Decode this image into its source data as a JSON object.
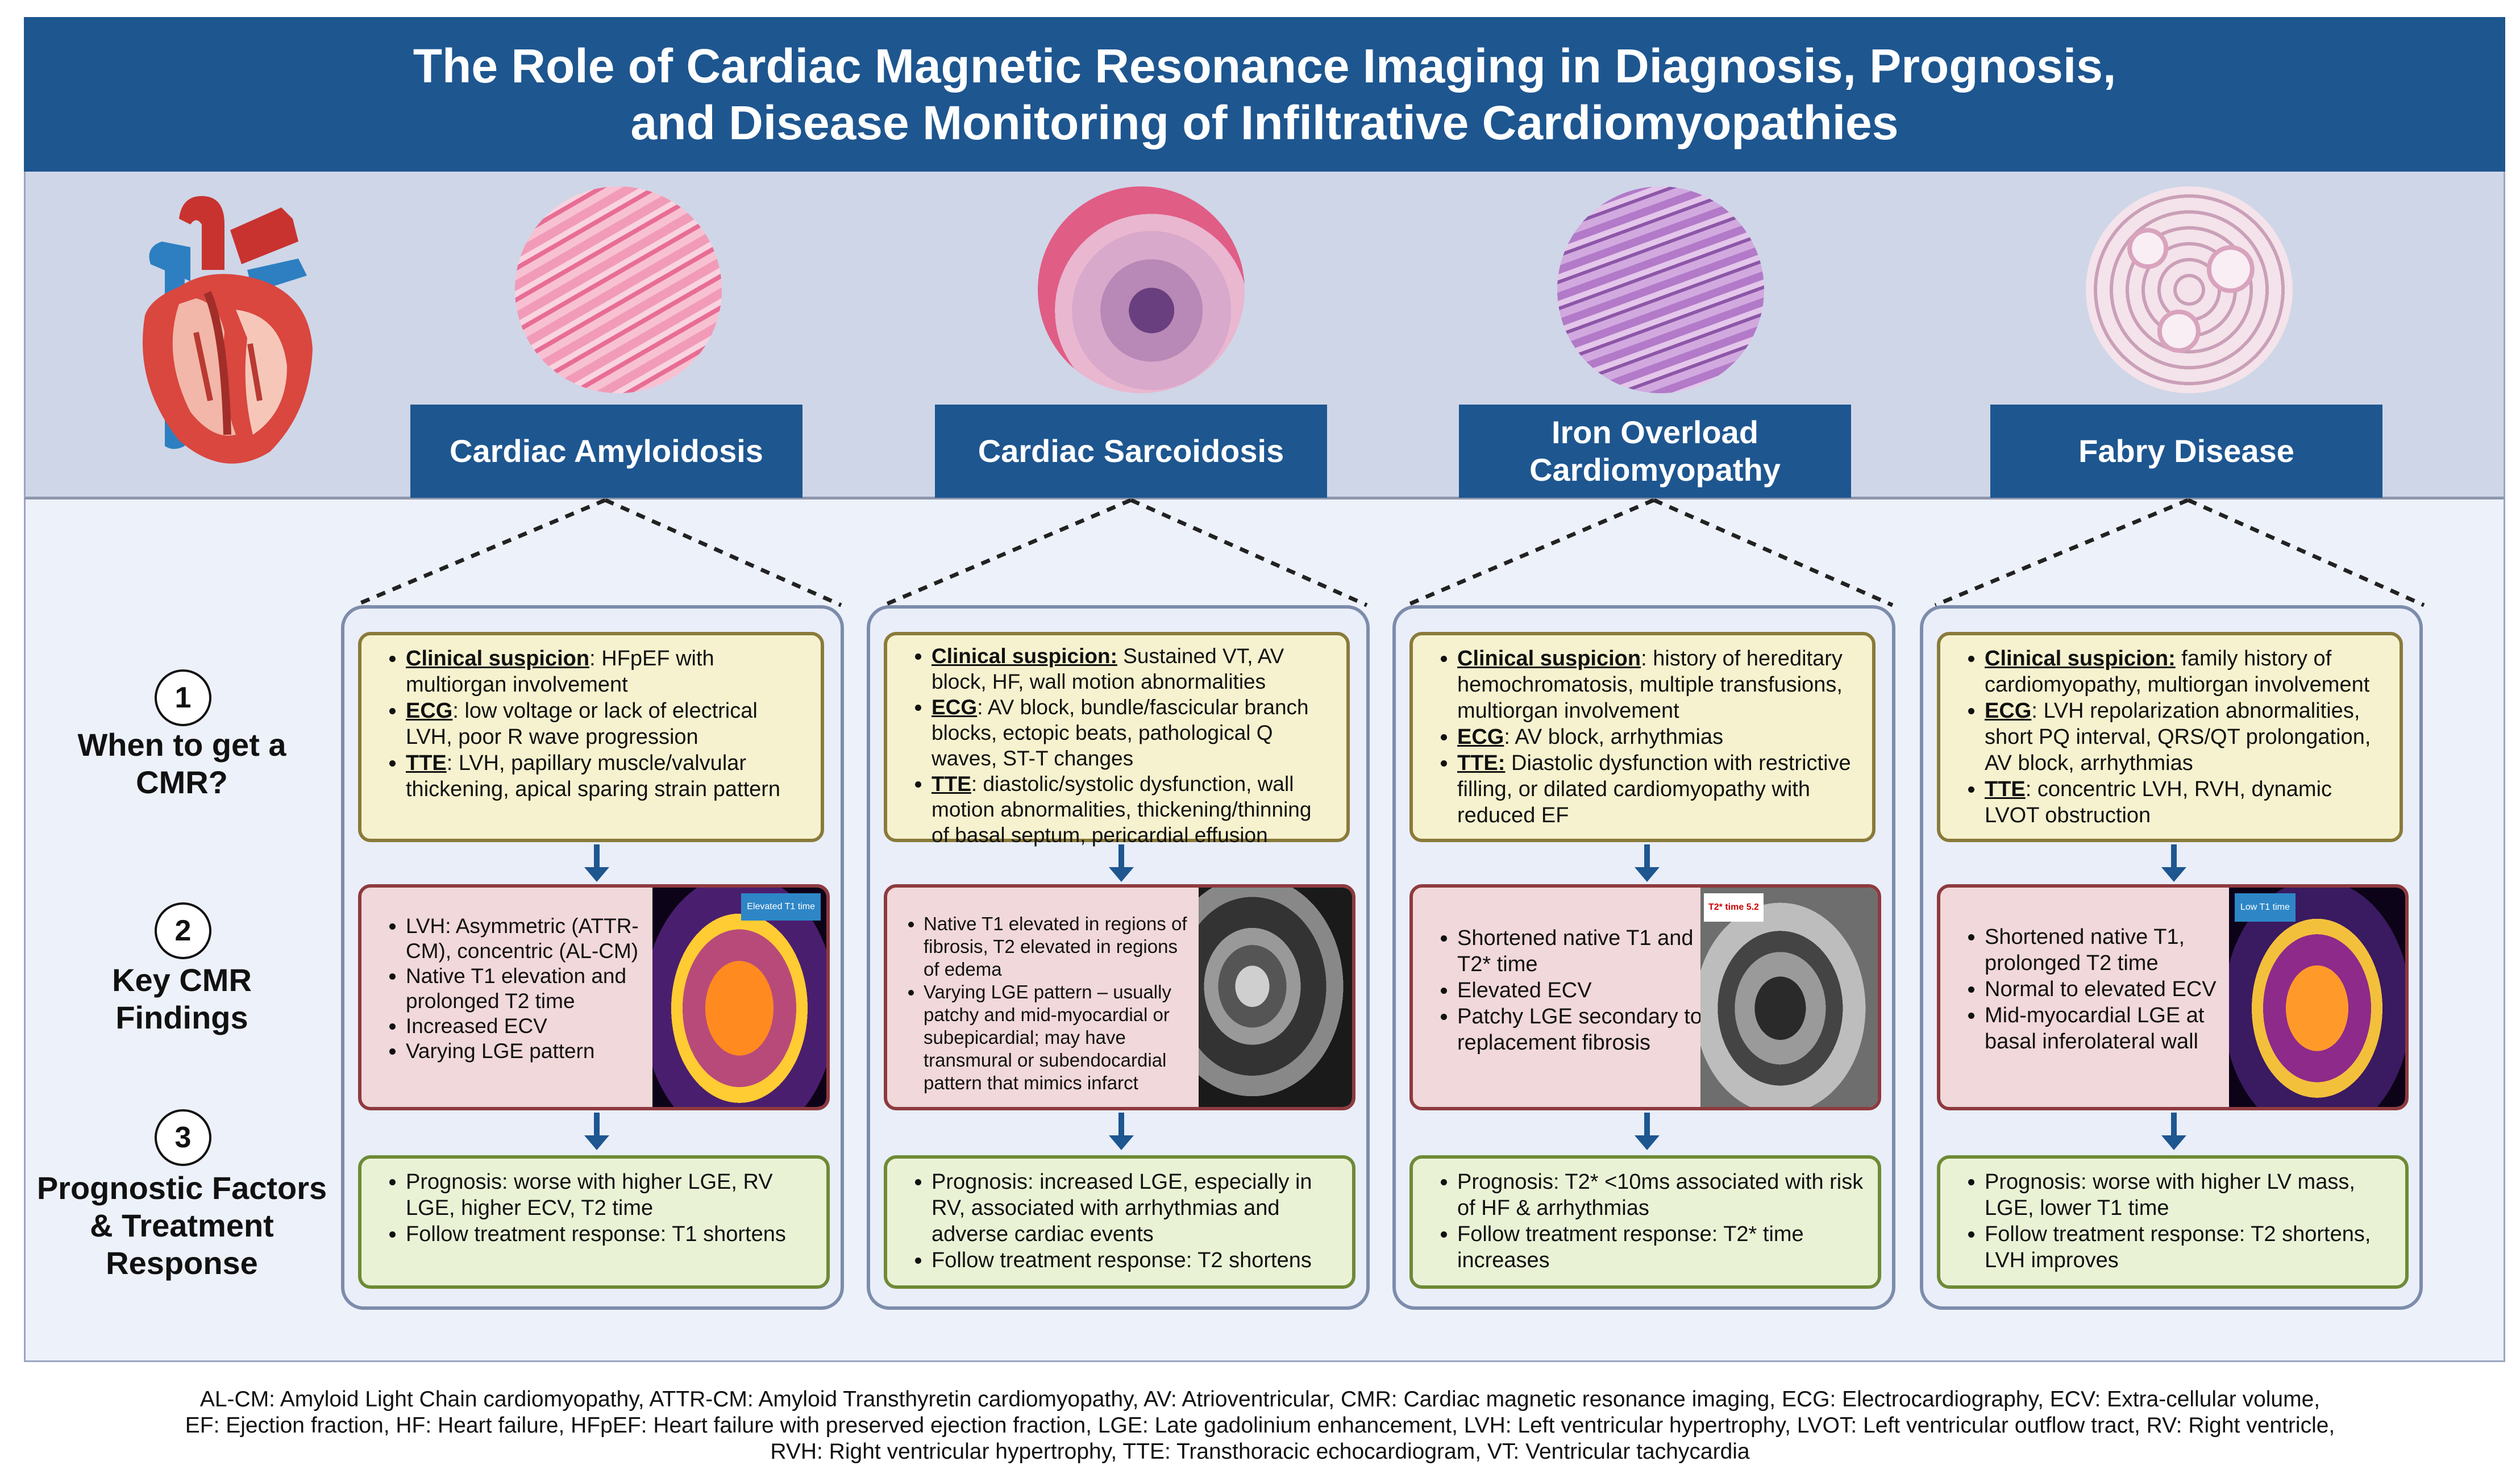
{
  "title": {
    "line1": "The Role of Cardiac Magnetic Resonance Imaging in Diagnosis, Prognosis,",
    "line2": "and Disease Monitoring of Infiltrative Cardiomyopathies"
  },
  "diseases": [
    {
      "label_line1": "Cardiac Amyloidosis",
      "label_line2": ""
    },
    {
      "label_line1": "Cardiac Sarcoidosis",
      "label_line2": ""
    },
    {
      "label_line1": "Iron Overload",
      "label_line2": "Cardiomyopathy"
    },
    {
      "label_line1": "Fabry Disease",
      "label_line2": ""
    }
  ],
  "steps": [
    {
      "number": "1",
      "label_line1": "When to get a",
      "label_line2": "CMR?",
      "label_line3": ""
    },
    {
      "number": "2",
      "label_line1": "Key CMR",
      "label_line2": "Findings",
      "label_line3": ""
    },
    {
      "number": "3",
      "label_line1": "Prognostic Factors",
      "label_line2": "& Treatment",
      "label_line3": "Response"
    }
  ],
  "amyloidosis": {
    "when": [
      {
        "key": "Clinical suspicion",
        "text": ": HFpEF with multiorgan involvement"
      },
      {
        "key": "ECG",
        "text": ": low voltage or lack of electrical LVH, poor R wave progression"
      },
      {
        "key": "TTE",
        "text": ": LVH, papillary muscle/valvular thickening, apical sparing strain pattern"
      }
    ],
    "findings": [
      "LVH: Asymmetric (ATTR-CM), concentric (AL-CM)",
      "Native T1 elevation and prolonged T2 time",
      "Increased ECV",
      "Varying LGE pattern"
    ],
    "image_tag": "Elevated T1 time",
    "prognosis": [
      "Prognosis: worse with higher LGE, RV LGE, higher ECV, T2 time",
      "Follow treatment response: T1 shortens"
    ]
  },
  "sarcoidosis": {
    "when": [
      {
        "key": "Clinical suspicion:",
        "text": " Sustained VT, AV block, HF, wall motion abnormalities"
      },
      {
        "key": "ECG",
        "text": ": AV block, bundle/fascicular branch blocks, ectopic beats, pathological Q waves, ST-T changes"
      },
      {
        "key": "TTE",
        "text": ": diastolic/systolic dysfunction, wall motion abnormalities, thickening/thinning of basal septum, pericardial effusion"
      }
    ],
    "findings": [
      "Native T1 elevated in regions of fibrosis, T2 elevated in regions of edema",
      "Varying LGE pattern – usually patchy and mid-myocardial or subepicardial; may have transmural or subendocardial pattern that mimics infarct"
    ],
    "prognosis": [
      "Prognosis: increased LGE, especially in RV, associated with arrhythmias and adverse cardiac events",
      "Follow treatment response: T2 shortens"
    ]
  },
  "iron": {
    "when": [
      {
        "key": "Clinical suspicion",
        "text": ": history of hereditary hemochromatosis, multiple transfusions, multiorgan involvement"
      },
      {
        "key": "ECG",
        "text": ": AV block, arrhythmias"
      },
      {
        "key": "TTE:",
        "text": " Diastolic dysfunction with restrictive filling, or dilated cardiomyopathy with reduced EF"
      }
    ],
    "findings": [
      "Shortened native T1 and T2* time",
      "Elevated ECV",
      "Patchy LGE secondary to replacement fibrosis"
    ],
    "image_tag": "T2* time 5.2",
    "prognosis": [
      "Prognosis: T2* <10ms associated with risk of HF & arrhythmias",
      "Follow treatment response: T2* time increases"
    ]
  },
  "fabry": {
    "when": [
      {
        "key": "Clinical suspicion:",
        "text": " family history of cardiomyopathy, multiorgan involvement"
      },
      {
        "key": "ECG",
        "text": ": LVH repolarization abnormalities, short PQ interval, QRS/QT prolongation, AV block, arrhythmias"
      },
      {
        "key": "TTE",
        "text": ": concentric LVH, RVH, dynamic LVOT obstruction"
      }
    ],
    "findings": [
      "Shortened native T1, prolonged T2 time",
      "Normal to elevated ECV",
      "Mid-myocardial LGE at basal inferolateral wall"
    ],
    "image_tag": "Low T1 time",
    "prognosis": [
      "Prognosis: worse with higher LV mass, LGE, lower T1 time",
      "Follow treatment response: T2 shortens, LVH improves"
    ]
  },
  "footer": {
    "line1": "AL-CM: Amyloid Light Chain cardiomyopathy, ATTR-CM: Amyloid Transthyretin cardiomyopathy, AV: Atrioventricular, CMR: Cardiac magnetic resonance imaging, ECG: Electrocardiography, ECV: Extra-cellular volume,",
    "line2": "EF: Ejection fraction, HF: Heart failure, HFpEF: Heart failure with preserved ejection fraction, LGE: Late gadolinium enhancement, LVH: Left ventricular hypertrophy, LVOT: Left ventricular outflow tract, RV: Right ventricle,",
    "line3": "RVH: Right ventricular hypertrophy, TTE: Transthoracic echocardiogram, VT: Ventricular tachycardia"
  }
}
